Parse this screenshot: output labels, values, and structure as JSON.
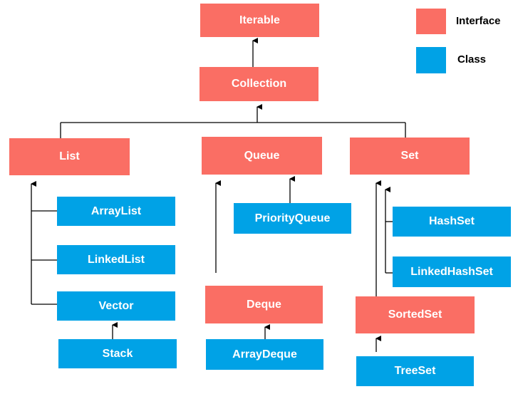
{
  "colors": {
    "interface": "#fa6e64",
    "class": "#00a2e6",
    "line": "#000000"
  },
  "legend": {
    "interface_label": "Interface",
    "class_label": "Class"
  },
  "nodes": {
    "iterable": "Iterable",
    "collection": "Collection",
    "list": "List",
    "queue": "Queue",
    "set": "Set",
    "arraylist": "ArrayList",
    "linkedlist": "LinkedList",
    "vector": "Vector",
    "stack": "Stack",
    "priorityqueue": "PriorityQueue",
    "deque": "Deque",
    "arraydeque": "ArrayDeque",
    "hashset": "HashSet",
    "linkedhashset": "LinkedHashSet",
    "sortedset": "SortedSet",
    "treeset": "TreeSet"
  }
}
